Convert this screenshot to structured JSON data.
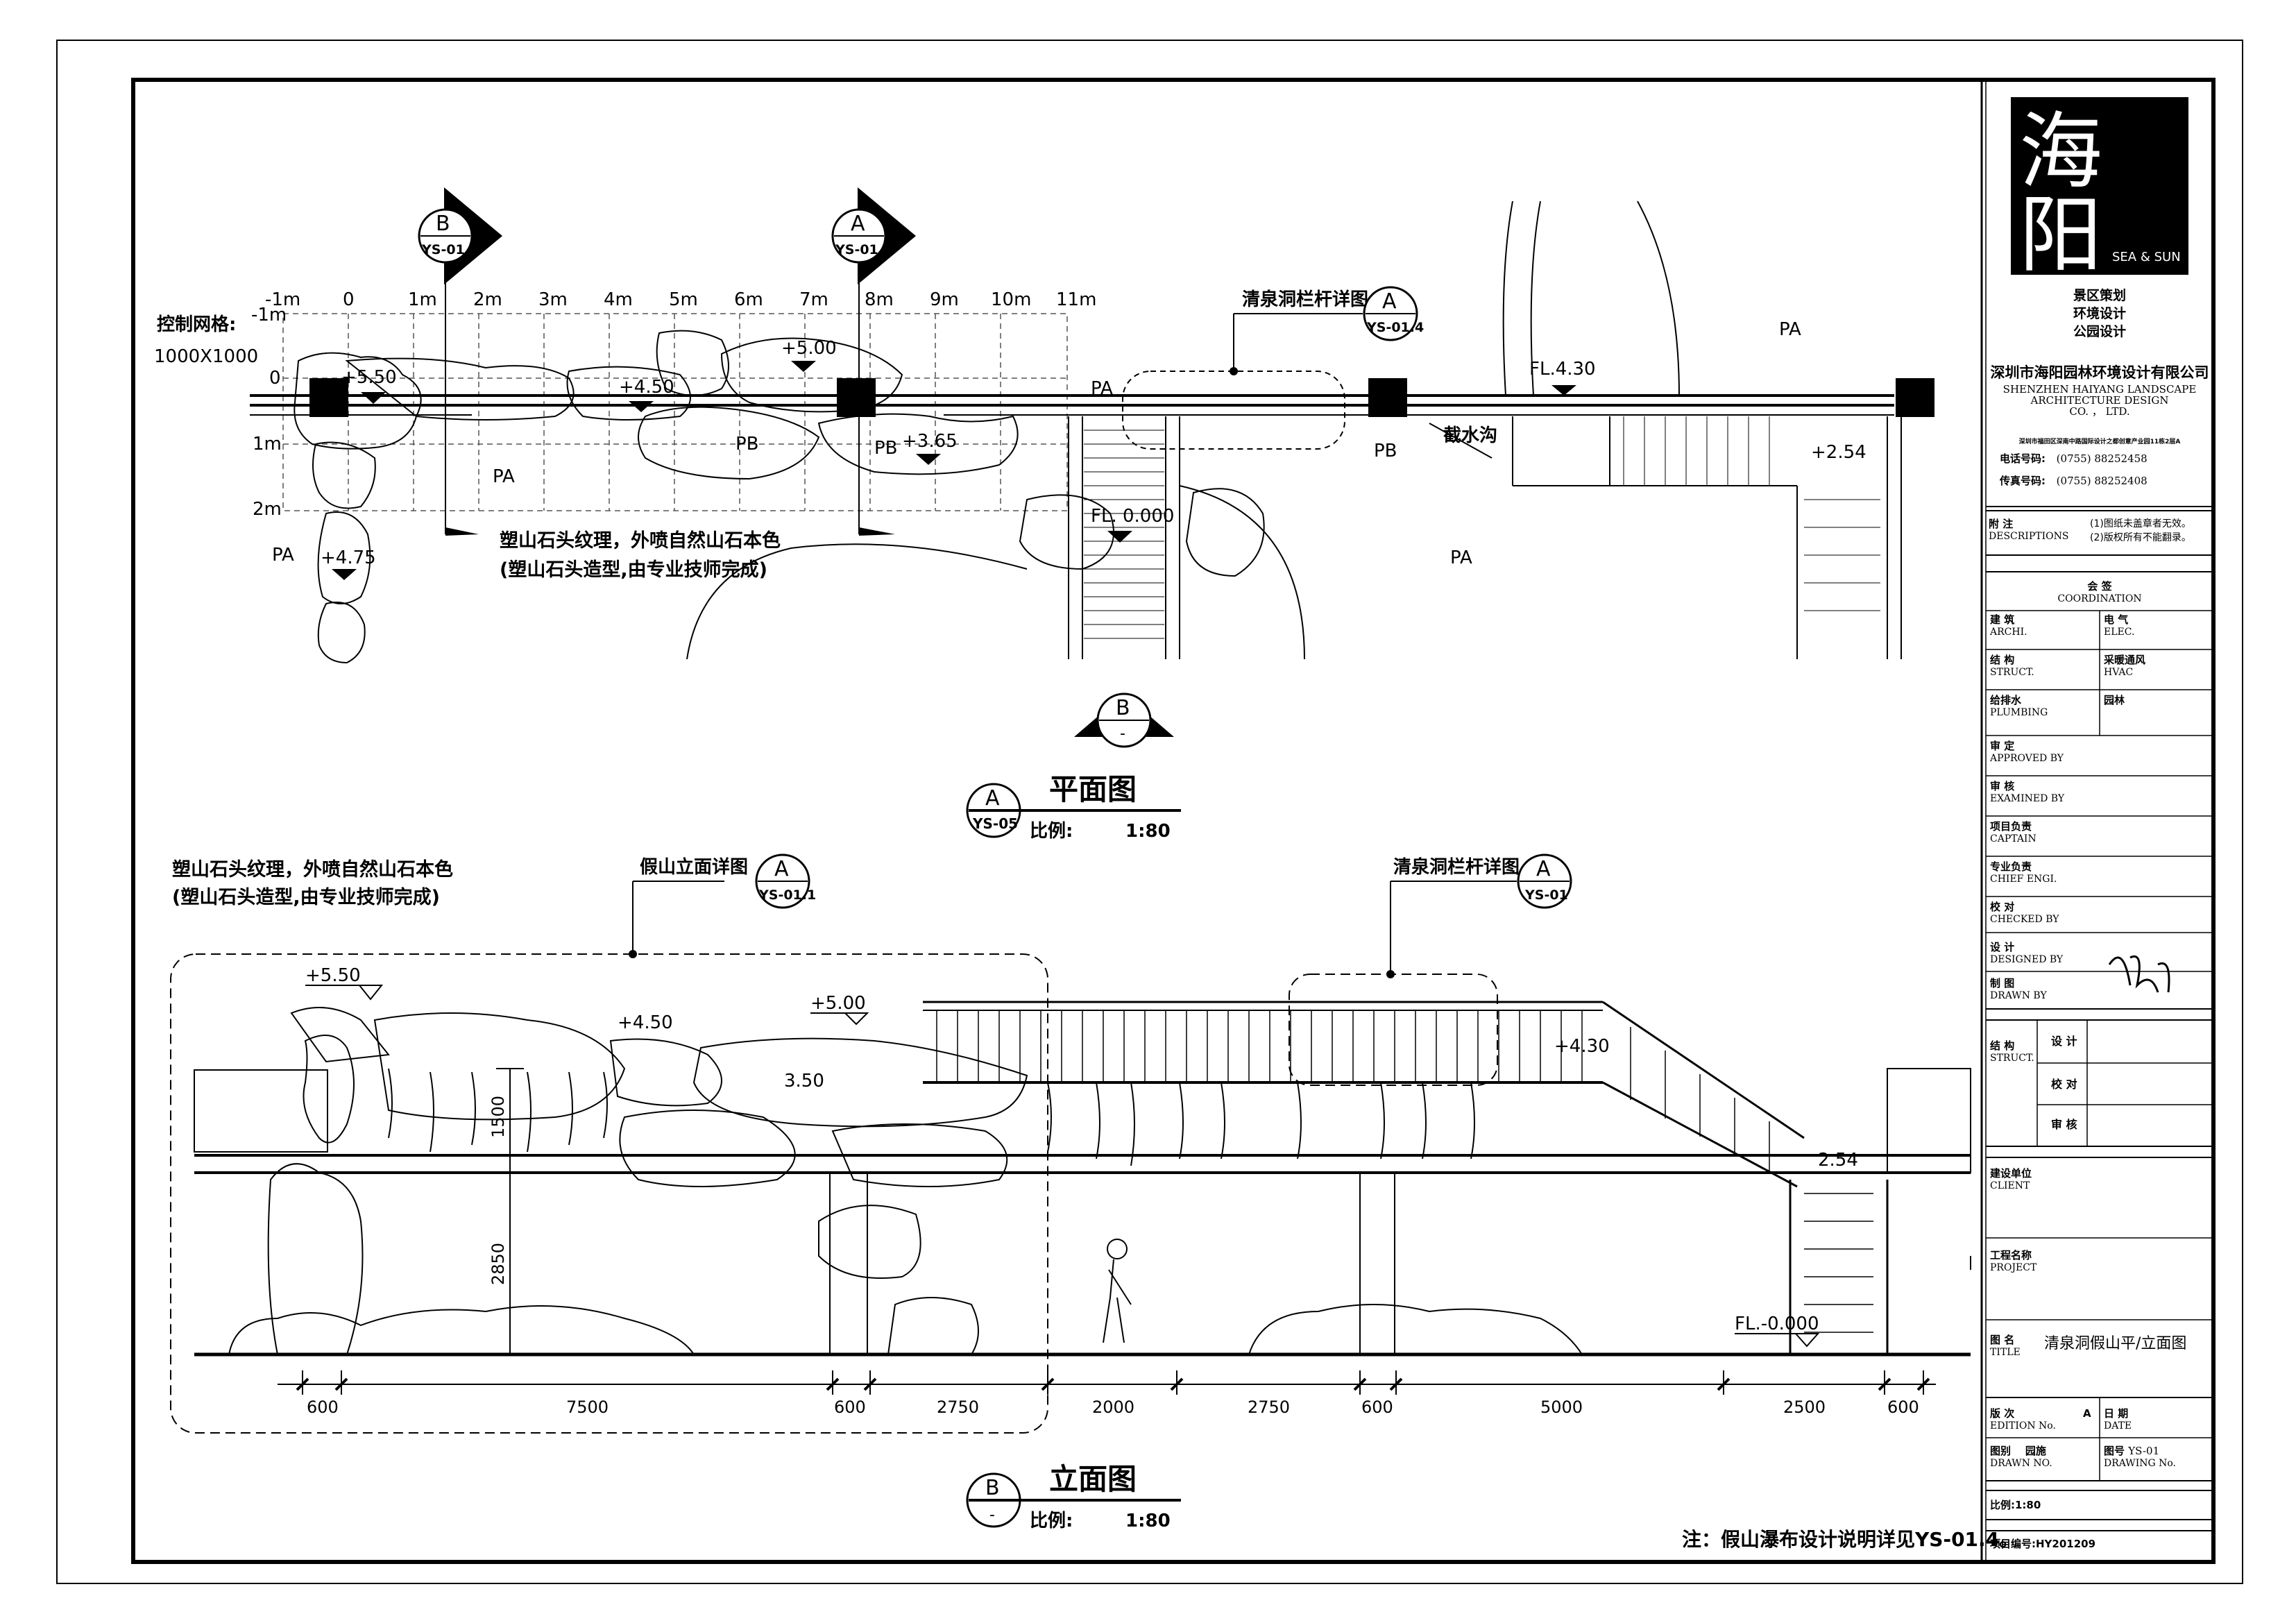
{
  "plan": {
    "title": "平面图",
    "scale_label": "比例:",
    "scale_value": "1:80",
    "marker_letter": "A",
    "marker_ref": "YS-05",
    "grid_label": "控制网格:",
    "grid_size": "1000X1000",
    "x_ticks": [
      "-1m",
      "0",
      "1m",
      "2m",
      "3m",
      "4m",
      "5m",
      "6m",
      "7m",
      "8m",
      "9m",
      "10m",
      "11m"
    ],
    "y_ticks": [
      "-1m",
      "0",
      "1m",
      "2m"
    ],
    "section_b": {
      "letter": "B",
      "ref": "YS-01.2"
    },
    "section_a": {
      "letter": "A",
      "ref": "YS-01.2"
    },
    "section_b_bottom": {
      "letter": "B",
      "ref": "-"
    },
    "detail_callout": {
      "label": "清泉洞栏杆详图",
      "letter": "A",
      "ref": "YS-01.4"
    },
    "note_line1": "塑山石头纹理，外喷自然山石本色",
    "note_line2": "(塑山石头造型,由专业技师完成)",
    "levels": [
      "+5.50",
      "+4.50",
      "+5.00",
      "+3.65",
      "+4.75",
      "FL.4.30",
      "+2.54",
      "FL. 0.000"
    ],
    "zones": [
      "PA",
      "PA",
      "PA",
      "PA",
      "PA",
      "PB",
      "PB",
      "PB"
    ],
    "drain_label": "截水沟"
  },
  "elevation": {
    "title": "立面图",
    "scale_label": "比例:",
    "scale_value": "1:80",
    "marker_letter": "B",
    "marker_ref": "-",
    "note_line1": "塑山石头纹理，外喷自然山石本色",
    "note_line2": "(塑山石头造型,由专业技师完成)",
    "rock_callout": {
      "label": "假山立面详图",
      "letter": "A",
      "ref": "YS-01.1"
    },
    "rail_callout": {
      "label": "清泉洞栏杆详图",
      "letter": "A",
      "ref": "YS-01"
    },
    "levels": [
      "+5.50",
      "+4.50",
      "+5.00",
      "3.50",
      "+4.30",
      "2.54",
      "FL.-0.000"
    ],
    "vdims": [
      "1500",
      "2850"
    ],
    "dims": [
      "600",
      "7500",
      "600",
      "2750",
      "2000",
      "2750",
      "600",
      "5000",
      "2500",
      "600"
    ]
  },
  "footnote": "注：假山瀑布设计说明详见YS-01.4。",
  "titleblock": {
    "logo_char1": "海",
    "logo_char2": "阳",
    "logo_en": "SEA & SUN",
    "services": [
      "景区策划",
      "环境设计",
      "公园设计"
    ],
    "company_cn": "深圳市海阳园林环境设计有限公司",
    "company_en1": "SHENZHEN   HAIYANG  LANDSCAPE",
    "company_en2": "ARCHITECTURE  DESIGN",
    "company_en3": "CO. ，  LTD.",
    "address": "深圳市福田区深南中路国际设计之都创意产业园11栋2层A",
    "phone_label": "电话号码:",
    "phone": "(0755)  88252458",
    "fax_label": "传真号码:",
    "fax": "(0755)  88252408",
    "desc_cn": "附 注",
    "desc_en": "DESCRIPTIONS",
    "desc_1": "(1)图纸未盖章者无效。",
    "desc_2": "(2)版权所有不能翻录。",
    "coord_cn": "会  签",
    "coord_en": "COORDINATION",
    "arch_cn": "建 筑",
    "arch_en": "ARCHI.",
    "elec_cn": "电 气",
    "elec_en": "ELEC.",
    "struct_cn": "结 构",
    "struct_en": "STRUCT.",
    "hvac_cn": "采暖通风",
    "hvac_en": "HVAC",
    "plumb_cn": "给排水",
    "plumb_en": "PLUMBING",
    "garden_cn": "园林",
    "approved_cn": "审 定",
    "approved_en": "APPROVED  BY",
    "examined_cn": "审 核",
    "examined_en": "EXAMINED  BY",
    "captain_cn": "项目负责",
    "captain_en": "CAPTAIN",
    "chief_cn": "专业负责",
    "chief_en": "CHIEF  ENGI.",
    "checked_cn": "校 对",
    "checked_en": "CHECKED  BY",
    "designed_cn": "设 计",
    "designed_en": "DESIGNED  BY",
    "drawn_cn": "制 图",
    "drawn_en": "DRAWN  BY",
    "struct2_cn": "结 构",
    "struct2_en": "STRUCT.",
    "s_design": "设 计",
    "s_check": "校 对",
    "s_exam": "审 核",
    "client_cn": "建设单位",
    "client_en": "CLIENT",
    "project_cn": "工程名称",
    "project_en": "PROJECT",
    "title_cn": "图 名",
    "title_en": "TITLE",
    "title_value": "清泉洞假山平/立面图",
    "edition_cn": "版 次",
    "edition_en": "EDITION No.",
    "edition_value": "A",
    "date_cn": "日 期",
    "date_en": "DATE",
    "drawn_no_cn": "图别",
    "drawn_no_en": "DRAWN NO.",
    "drawn_no_value": "园施",
    "drawing_no_cn": "图号",
    "drawing_no_en": "DRAWING No.",
    "drawing_no_value": "YS-01",
    "scale": "比例:1:80",
    "project_no": "项目编号:HY201209"
  }
}
